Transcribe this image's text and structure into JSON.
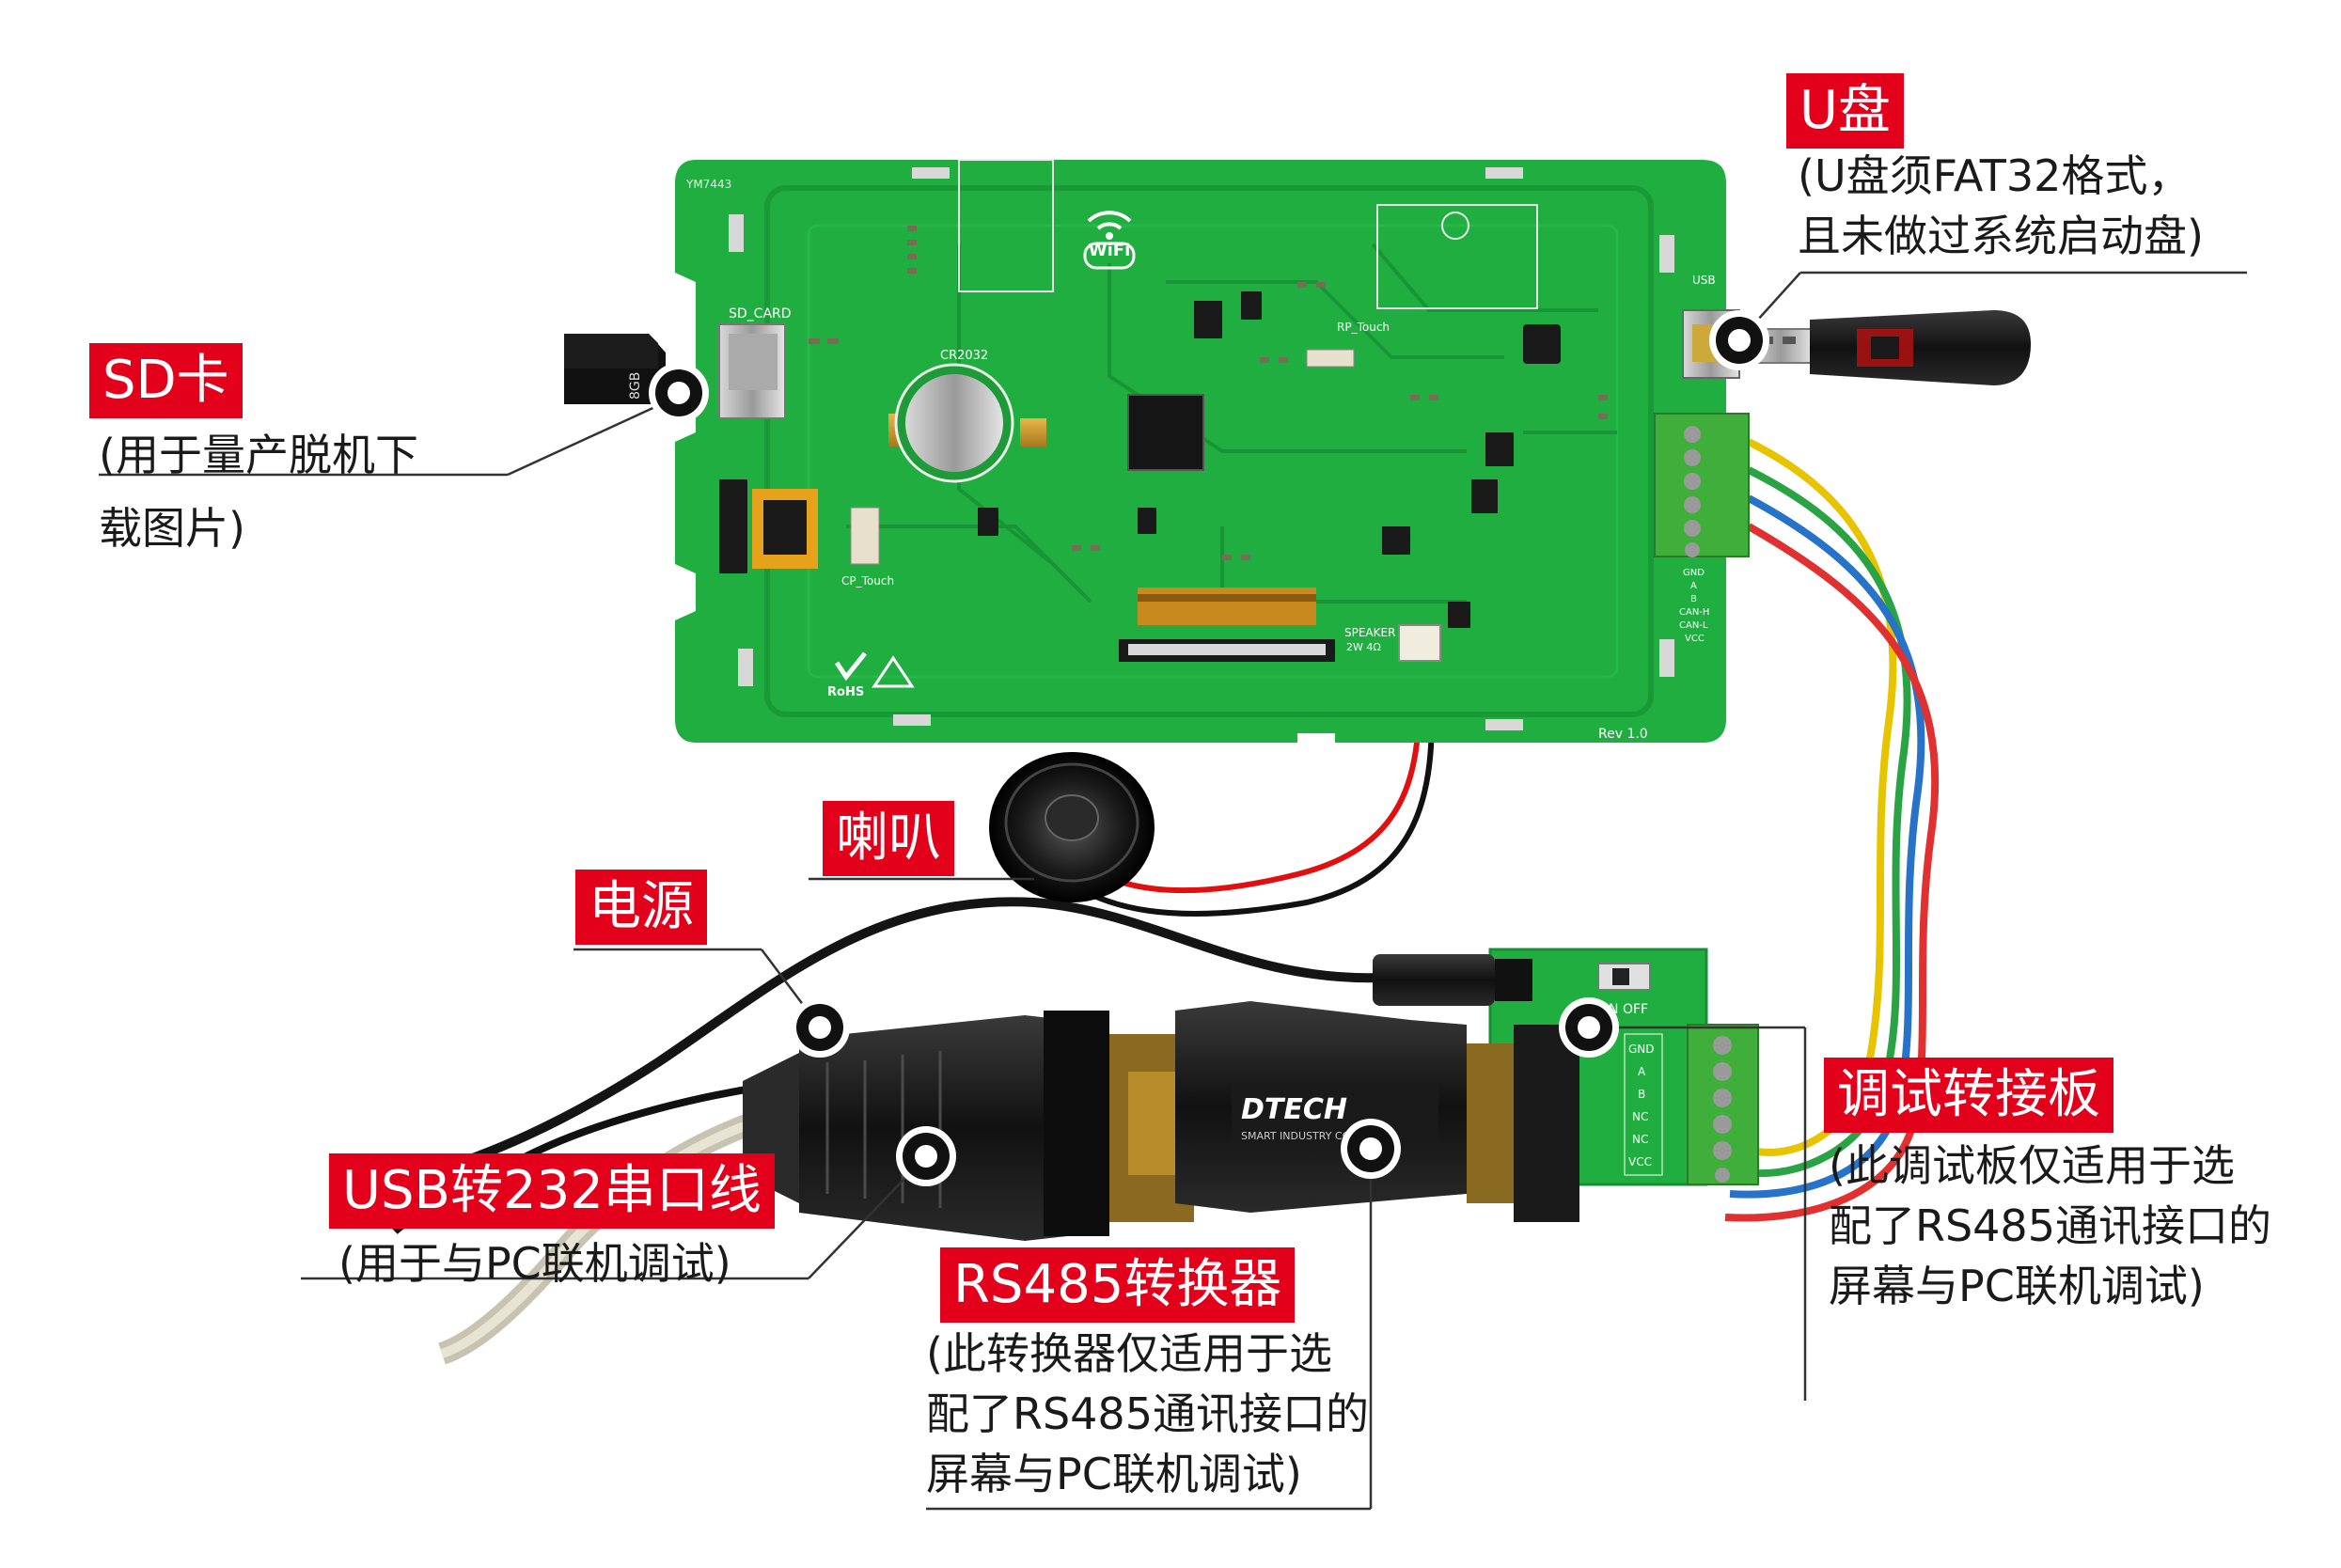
{
  "callouts": {
    "sd_card": {
      "title": "SD卡",
      "desc_lines": [
        "(用于量产脱机下",
        "载图片)"
      ]
    },
    "usb_disk": {
      "title": "U盘",
      "desc_lines": [
        "(U盘须FAT32格式，",
        "且未做过系统启动盘)"
      ]
    },
    "speaker": {
      "title": "喇叭"
    },
    "power": {
      "title": "电源"
    },
    "usb232_cable": {
      "title": "USB转232串口线",
      "desc_lines": [
        "(用于与PC联机调试)"
      ]
    },
    "rs485_converter": {
      "title": "RS485转换器",
      "desc_lines": [
        "(此转换器仅适用于选",
        "配了RS485通讯接口的",
        "屏幕与PC联机调试)"
      ]
    },
    "debug_board": {
      "title": "调试转接板",
      "desc_lines": [
        "(此调试板仅适用于选",
        "配了RS485通讯接口的",
        "屏幕与PC联机调试)"
      ]
    }
  },
  "board_silkscreen": {
    "sd_card": "SD_CARD",
    "cr2032": "CR2032",
    "rp_touch": "RP_Touch",
    "cp_touch": "CP_Touch",
    "speaker": "SPEAKER",
    "speaker_spec": "2W 4Ω",
    "usb": "USB",
    "rev": "Rev 1.0",
    "wifi": "WiFi",
    "rohs": "RoHS",
    "model": "YM7443",
    "pins": [
      "GND",
      "A",
      "B",
      "CAN-H",
      "CAN-L",
      "VCC"
    ]
  },
  "debug_board_silkscreen": {
    "switch": "ON OFF",
    "pins": [
      "GND",
      "A",
      "B",
      "NC",
      "NC",
      "VCC"
    ]
  },
  "converter_brand": {
    "name": "DTECH",
    "tagline": "SMART INDUSTRY COM"
  },
  "colors": {
    "pcb": "#1fae3f",
    "pcb_trace": "#1a9a37",
    "label_red": "#e3001b",
    "terminal_green": "#3fae3a"
  }
}
